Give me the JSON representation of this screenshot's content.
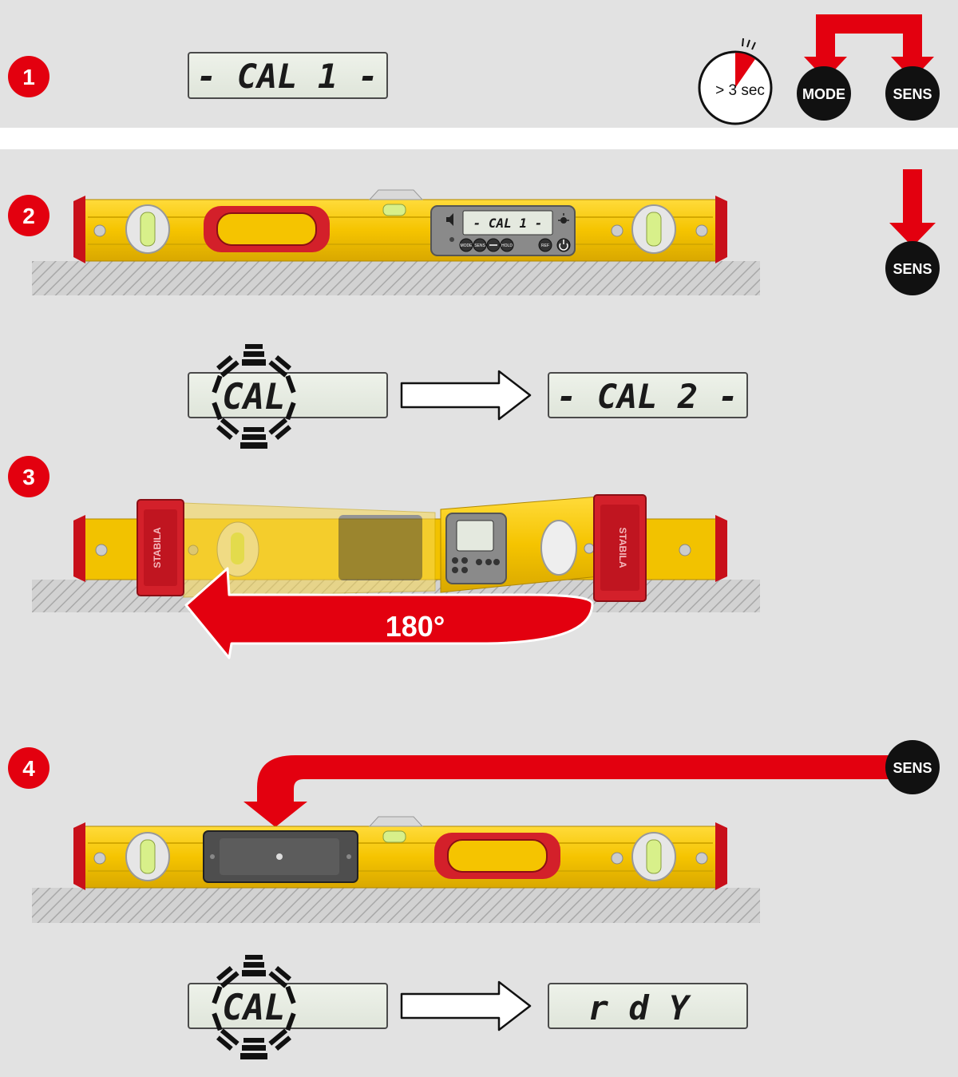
{
  "steps": [
    {
      "number": "1"
    },
    {
      "number": "2"
    },
    {
      "number": "3"
    },
    {
      "number": "4"
    }
  ],
  "displays": {
    "cal1": "- CAL 1 -",
    "cal_blink_a": "CAL",
    "cal2": "- CAL 2 -",
    "cal_blink_b": "CAL",
    "rdy": "r d Y",
    "level_display": "- CAL 1 -"
  },
  "timer_label": "> 3 sec",
  "buttons": {
    "mode": "MODE",
    "sens_step1": "SENS",
    "sens_step2": "SENS",
    "sens_step4": "SENS"
  },
  "level_keys": {
    "mode": "MODE",
    "sens": "SENS",
    "hold": "HOLD",
    "ref": "REF"
  },
  "rotation_label": "180°",
  "brand": "STABILA",
  "colors": {
    "background": "#e2e2e2",
    "separator": "#ffffff",
    "accent_red": "#e3000f",
    "level_yellow": "#f5c400",
    "lcd_green": "#e4e9df",
    "button_black": "#111111",
    "floor_hatch": "#a8a8a8"
  }
}
